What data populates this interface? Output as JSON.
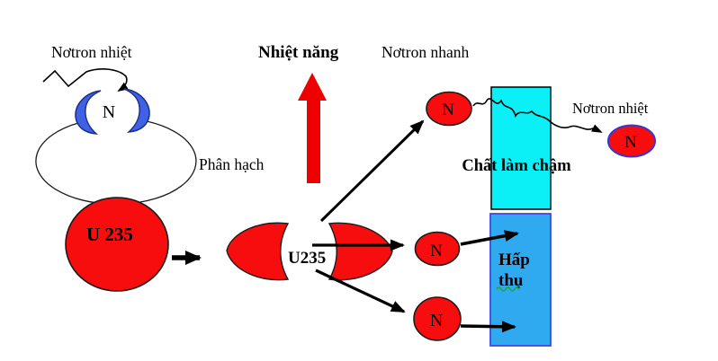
{
  "colors": {
    "red": "#F70D0D",
    "heat_red": "#EE0000",
    "crescent_blue": "#3E62E2",
    "crescent_outline": "#1B2E8C",
    "moderator_cyan": "#0BEFF6",
    "absorber_blue": "#2FA9F0",
    "absorber_border": "#4348E0",
    "thermal_outline": "#3038D8",
    "line_black": "#000000",
    "underline_green": "#21A63C"
  },
  "labels": {
    "neutron_thermal_left": "Nơtron nhiệt",
    "heat_energy": "Nhiệt năng",
    "neutron_fast": "Nơtron nhanh",
    "neutron_thermal_right": "Nơtron nhiệt",
    "fission": "Phân hạch",
    "uranium": "U 235",
    "uranium_split": "U235",
    "moderator": "Chất làm chậm",
    "absorber_line1": "Hấp",
    "absorber_line2": "thụ",
    "neutron": "N"
  }
}
